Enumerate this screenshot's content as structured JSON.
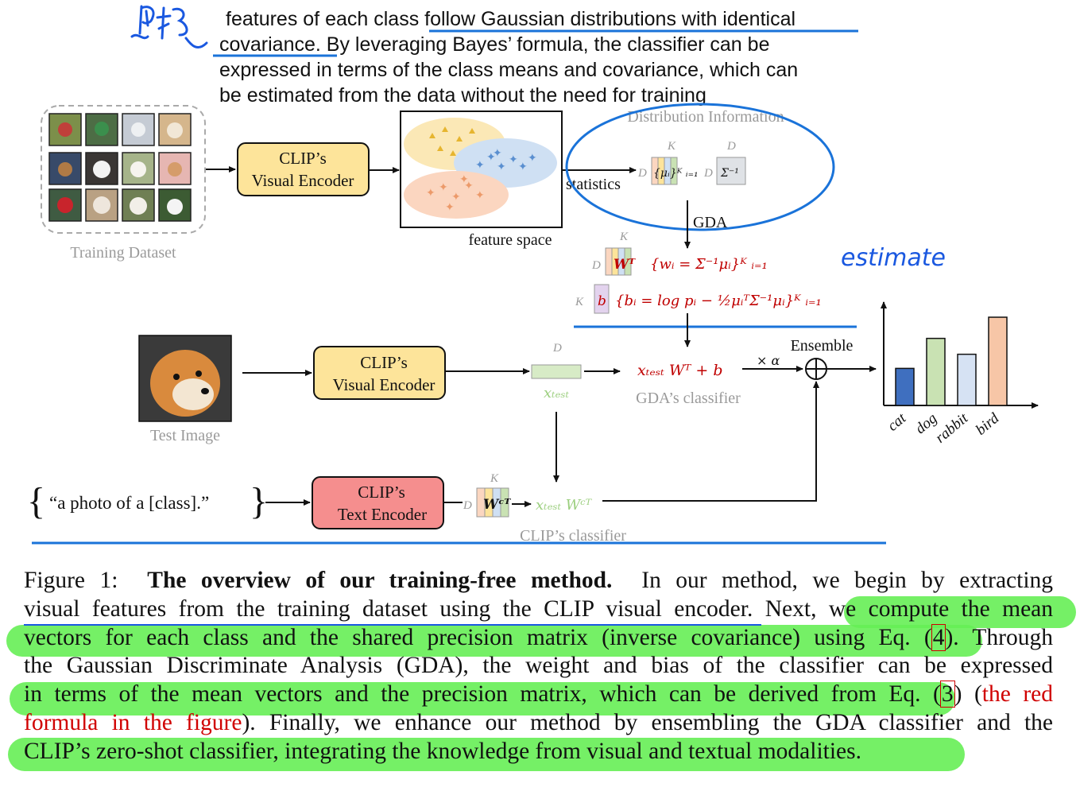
{
  "note": {
    "lines": [
      "features of each class follow Gaussian distributions with identical",
      "covariance. By leveraging Bayes’ formula, the classifier can be",
      "expressed in terms of the class means and covariance, which can",
      "be estimated from the data without the need for training"
    ],
    "handwritten_cn": "假设",
    "handwritten_en": "estimate"
  },
  "diagram": {
    "training_dataset_label": "Training Dataset",
    "visual_encoder_top": [
      "CLIP’s",
      "Visual Encoder"
    ],
    "feature_space_label": "feature space",
    "statistics_label": "statistics",
    "distribution_info_label": "Distribution Information",
    "gda_label": "GDA",
    "dim_D": "D",
    "dim_K": "K",
    "mu_label": "{μᵢ}ᴷ ᵢ₌₁",
    "sigma_label": "Σ⁻¹",
    "wt_label": "Wᵀ",
    "w_formula": "{wᵢ = Σ⁻¹μᵢ}ᴷ ᵢ₌₁",
    "b_label": "b",
    "b_formula": "{bᵢ = log pᵢ − ½μᵢᵀΣ⁻¹μᵢ}ᴷ ᵢ₌₁",
    "test_image_label": "Test Image",
    "visual_encoder_mid": [
      "CLIP’s",
      "Visual Encoder"
    ],
    "xtest_label": "xₜₑₛₜ",
    "gda_formula": "xₜₑₛₜ Wᵀ + b",
    "gda_classifier_label": "GDA’s classifier",
    "times_alpha": "× α",
    "ensemble_label": "Ensemble",
    "prompt_label": "“a photo of a [class].”",
    "text_encoder": [
      "CLIP’s",
      "Text Encoder"
    ],
    "wc_label": "Wᶜᵀ",
    "clip_formula": "xₜₑₛₜ Wᶜᵀ",
    "clip_classifier_label": "CLIP’s classifier"
  },
  "chart_data": {
    "type": "bar",
    "categories": [
      "cat",
      "dog",
      "rabbit",
      "bird"
    ],
    "values": [
      0.42,
      0.76,
      0.58,
      1.0
    ],
    "colors": [
      "#3f6fbf",
      "#c9e2b3",
      "#d6e2f3",
      "#f7c6a7"
    ],
    "title": "",
    "xlabel": "",
    "ylabel": "",
    "ylim": [
      0,
      1.0
    ]
  },
  "caption": {
    "prefix": "Figure 1:",
    "title": "The overview of our training-free method.",
    "line1_rest": "In our method, we begin by extracting",
    "line2": "visual features from the training dataset using the CLIP visual encoder. Next, we compute the mean",
    "line3a": "vectors for each class and the shared precision matrix (inverse covariance) using Eq. (",
    "eq4": "4",
    "line3b": "). Through",
    "line4": "the Gaussian Discriminate Analysis (GDA), the weight and bias of the classifier can be expressed",
    "line5a": "in terms of the mean vectors and the precision matrix, which can be derived from Eq. (",
    "eq3": "3",
    "line5b": ") (",
    "line5c": "the red",
    "line6a": "formula in the figure",
    "line6b": "). Finally, we enhance our method by ensembling the GDA classifier and the",
    "line7": "CLIP’s zero-shot classifier, integrating the knowledge from visual and textual modalities."
  },
  "colors": {
    "encoder_visual": "#fde49a",
    "encoder_text": "#f58e8e",
    "annotation_blue": "#1a73d9",
    "highlight_green": "#66ee55",
    "formula_red": "#c00000",
    "muted_gray": "#9a9a9a",
    "xtest_green": "#9ccf7f"
  }
}
